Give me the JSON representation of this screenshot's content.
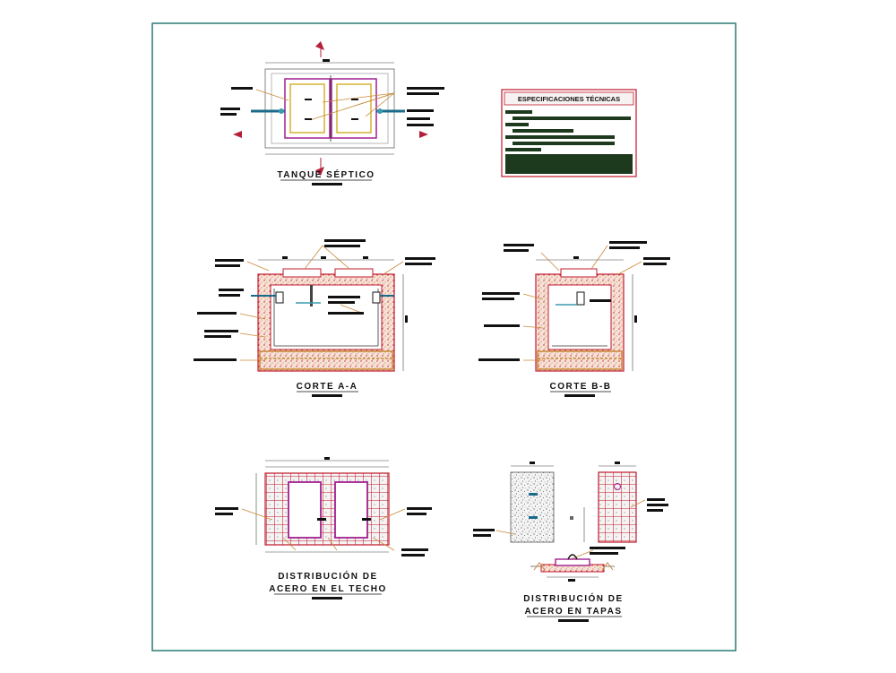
{
  "sheet": {
    "titles": {
      "plan": "TANQUE SÉPTICO",
      "section_a": "CORTE A-A",
      "section_b": "CORTE B-B",
      "roof_steel_line1": "DISTRIBUCIÓN DE",
      "roof_steel_line2": "ACERO EN EL TECHO",
      "lid_steel_line1": "DISTRIBUCIÓN DE",
      "lid_steel_line2": "ACERO EN TAPAS"
    },
    "specs": {
      "title": "ESPECIFICACIONES TÉCNICAS"
    },
    "colors": {
      "frame": "#2a7a74",
      "wall": "#c0182a",
      "hatch": "#c98a3a",
      "magenta": "#a02090",
      "yellow": "#c9a000",
      "spec_block": "#1e3a1e"
    }
  }
}
